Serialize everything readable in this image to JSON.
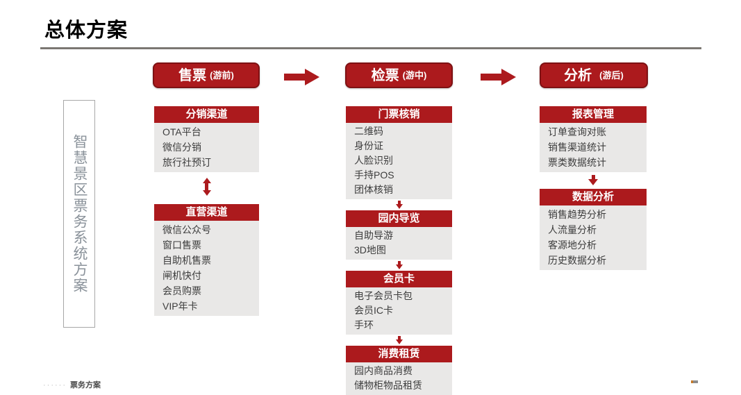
{
  "title": "总体方案",
  "side_label": "智慧景区票务系统方案",
  "colors": {
    "red": "#AC1A1D",
    "red-border": "#7E1113",
    "box-bg": "#E9E8E7",
    "item-text": "#3D3D3D",
    "side-text": "#8A929A",
    "divider": "#7B7772",
    "title-text": "#000000"
  },
  "icons": {
    "phase_connector": "right-arrow-icon",
    "column1_connector": "updown-arrow-icon",
    "column2_connector": "down-arrow-icon",
    "column3_connector": "down-arrow-icon"
  },
  "phases": [
    {
      "label": "售票",
      "suffix": "(游前)"
    },
    {
      "label": "检票",
      "suffix": "(游中)"
    },
    {
      "label": "分析",
      "suffix": "(游后)"
    }
  ],
  "columns": [
    {
      "name": "pre-visit-sales",
      "connector": "double",
      "blocks": [
        {
          "header": "分销渠道",
          "items": [
            "OTA平台",
            "微信分销",
            "旅行社预订"
          ]
        },
        {
          "header": "直营渠道",
          "items": [
            "微信公众号",
            "窗口售票",
            "自助机售票",
            "闸机快付",
            "会员购票",
            "VIP年卡"
          ]
        }
      ]
    },
    {
      "name": "during-visit-check",
      "connector": "small",
      "blocks": [
        {
          "header": "门票核销",
          "items": [
            "二维码",
            "身份证",
            "人脸识别",
            "手持POS",
            "团体核销"
          ]
        },
        {
          "header": "园内导览",
          "items": [
            "自助导游",
            "3D地图"
          ]
        },
        {
          "header": "会员卡",
          "items": [
            "电子会员卡包",
            "会员IC卡",
            "手环"
          ]
        },
        {
          "header": "消费租赁",
          "items": [
            "园内商品消费",
            "储物柜物品租赁"
          ]
        }
      ]
    },
    {
      "name": "post-visit-analysis",
      "connector": "medium",
      "blocks": [
        {
          "header": "报表管理",
          "items": [
            "订单查询对账",
            "销售渠道统计",
            "票类数据统计"
          ]
        },
        {
          "header": "数据分析",
          "items": [
            "销售趋势分析",
            "人流量分析",
            "客源地分析",
            "历史数据分析"
          ]
        }
      ]
    }
  ],
  "footer": {
    "left_light": "······",
    "left_dark": "票务方案"
  }
}
